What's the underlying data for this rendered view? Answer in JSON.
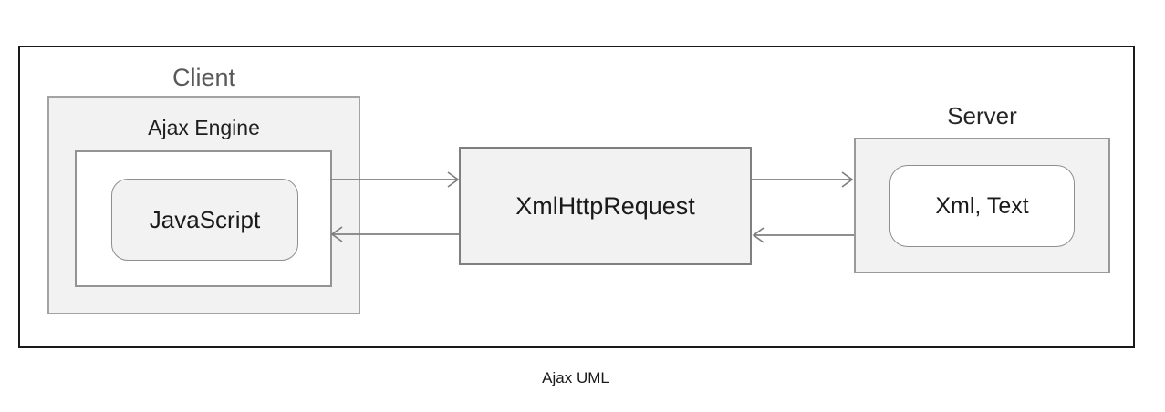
{
  "colors": {
    "background": "#ffffff",
    "frame_border": "#1a1a1a",
    "box_fill": "#f2f2f2",
    "inner_box_fill": "#ffffff",
    "box_border": "#9a9a9a",
    "arrow": "#7f7f7f",
    "client_label_text": "#595959",
    "text": "#1a1a1a"
  },
  "diagram": {
    "caption": "Ajax UML",
    "client": {
      "label": "Client",
      "engine": {
        "label": "Ajax Engine",
        "javascript": {
          "label": "JavaScript"
        }
      }
    },
    "xhr": {
      "label": "XmlHttpRequest"
    },
    "server": {
      "label": "Server",
      "payload": {
        "label": "Xml, Text"
      }
    },
    "arrows": [
      {
        "name": "ajax-engine-to-xmlhttprequest",
        "direction": "right"
      },
      {
        "name": "xmlhttprequest-to-ajax-engine",
        "direction": "left"
      },
      {
        "name": "xmlhttprequest-to-server",
        "direction": "right"
      },
      {
        "name": "server-to-xmlhttprequest",
        "direction": "left"
      }
    ]
  }
}
